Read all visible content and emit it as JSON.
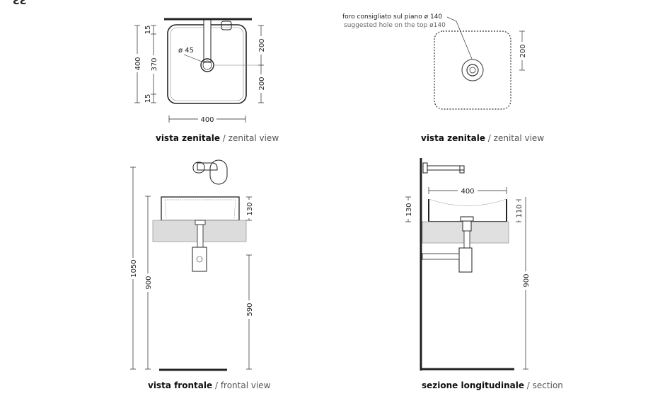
{
  "corner_mark": "ƐƐ",
  "views": {
    "top_left": {
      "caption_it": "vista zenitale",
      "caption_sep": "/",
      "caption_en": "zenital view",
      "dims": {
        "overall_h": "400",
        "inner_h": "370",
        "rim_top": "15",
        "rim_bottom": "15",
        "half_top": "200",
        "half_bottom": "200",
        "width": "400",
        "drain": "ø 45"
      }
    },
    "top_right": {
      "caption_it": "vista zenitale",
      "caption_sep": "/",
      "caption_en": "zenital view",
      "note_it": "foro consigliato sul piano ø 140",
      "note_en": "suggested hole on the top ø140",
      "dims": {
        "half": "200"
      }
    },
    "front": {
      "caption_it": "vista frontale",
      "caption_sep": "/",
      "caption_en": "frontal view",
      "dims": {
        "total": "1050",
        "counter": "900",
        "basin_h": "130",
        "tap_to_floor": "590"
      }
    },
    "section": {
      "caption_it": "sezione longitudinale",
      "caption_sep": "/",
      "caption_en": "section",
      "dims": {
        "width": "400",
        "basin_h": "130",
        "inner_h": "110",
        "counter": "900"
      }
    }
  }
}
